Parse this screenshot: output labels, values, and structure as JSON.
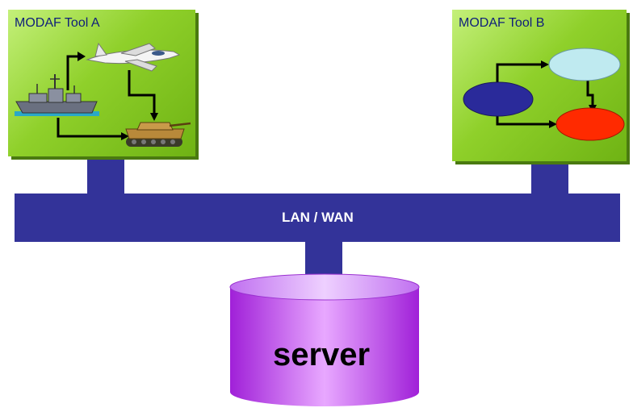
{
  "tool_a": {
    "title": "MODAF Tool A",
    "icons": [
      "warship-icon",
      "fighter-jet-icon",
      "tank-icon"
    ]
  },
  "tool_b": {
    "title": "MODAF Tool B",
    "nodes": [
      {
        "name": "node-source",
        "color": "#2a2a9a"
      },
      {
        "name": "node-top",
        "color": "#bfeaf0"
      },
      {
        "name": "node-bottom",
        "color": "#ff2a00"
      }
    ]
  },
  "network": {
    "label": "LAN / WAN",
    "color": "#333399"
  },
  "server": {
    "label": "server",
    "color": "#b040e0"
  },
  "colors": {
    "tool_bg": "#8fcf1f",
    "connector": "#333399"
  }
}
